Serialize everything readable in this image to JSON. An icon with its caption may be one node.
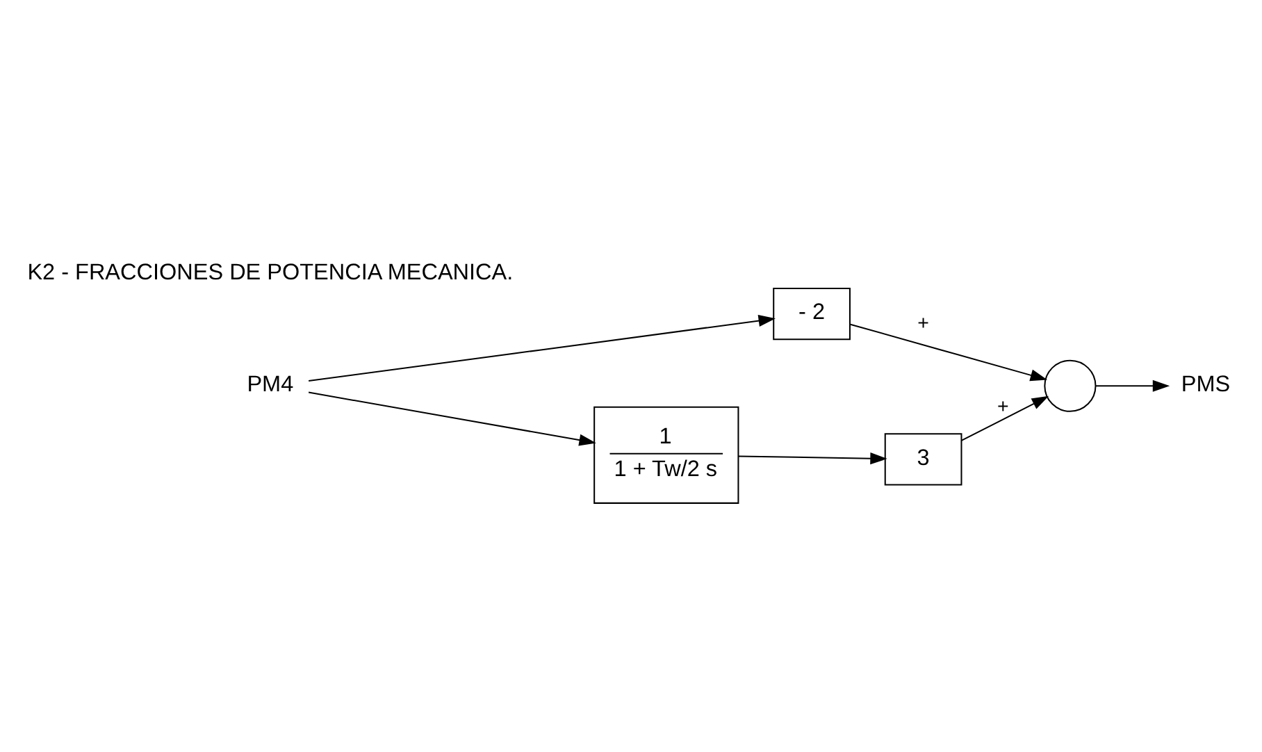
{
  "diagram": {
    "nodes": [
      {
        "text": [
          "PM4"
        ]
      },
      {
        "text": [
          "- 2"
        ]
      },
      {
        "text": [
          "1",
          "1 + Tw/2 s"
        ]
      },
      {
        "text": [
          "3"
        ]
      },
      {
        "text": [],
        "shape": "circle"
      },
      {
        "text": [
          "PMS"
        ]
      }
    ],
    "edges": [
      {
        "from": 0,
        "to": 1,
        "arrow": "to"
      },
      {
        "from": 0,
        "to": 2,
        "arrow": "to"
      },
      {
        "from": 2,
        "to": 3,
        "arrow": "to"
      },
      {
        "from": 1,
        "to": 4,
        "arrow": "to",
        "label": "+"
      },
      {
        "from": 3,
        "to": 4,
        "arrow": "to",
        "label": "+"
      },
      {
        "from": 4,
        "to": 5,
        "arrow": "to"
      }
    ],
    "labels": [
      "K2 - FRACCIONES DE POTENCIA MECANICA."
    ]
  }
}
